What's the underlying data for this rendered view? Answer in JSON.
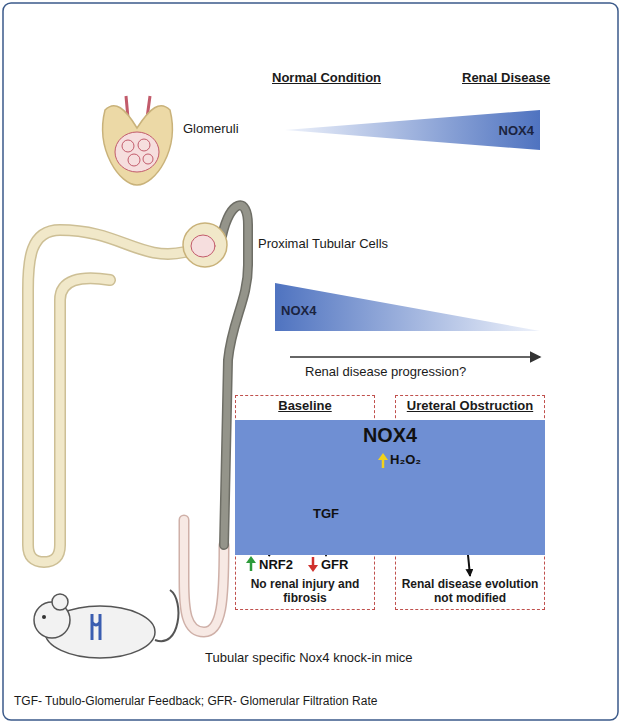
{
  "diagram": {
    "nodes": [
      {
        "text": [
          "NOX4"
        ]
      },
      {
        "text": [
          "NOX4"
        ]
      },
      {
        "text": [
          "Baseline",
          "No renal injury and fibrosis"
        ]
      },
      {
        "text": [
          "Ureteral Obstruction",
          "Renal disease evolution not modified"
        ]
      },
      {
        "text": [
          "NOX4"
        ]
      },
      {
        "text": [
          "H₂O₂"
        ],
        "in": 4
      },
      {
        "text": [
          "TGF"
        ],
        "in": 4
      },
      {
        "text": [
          "NRF2"
        ],
        "in": 2
      },
      {
        "text": [
          "GFR"
        ],
        "in": 2
      }
    ],
    "edges": [
      {
        "from": 5,
        "to": 6,
        "arrow": "to"
      },
      {
        "from": 6,
        "to": 8,
        "arrow": "to"
      },
      {
        "from": 4,
        "to": 7,
        "arrow": "to"
      },
      {
        "from": 4,
        "to": 3,
        "arrow": "to"
      }
    ],
    "labels": [
      "Glomeruli",
      "Normal Condition",
      "Renal Disease",
      "Proximal Tubular Cells",
      "Renal disease progression?",
      "Tubular specific Nox4 knock-in mice",
      "TGF- Tubulo-Glomerular Feedback; GFR- Glomerular Filtration Rate"
    ]
  }
}
